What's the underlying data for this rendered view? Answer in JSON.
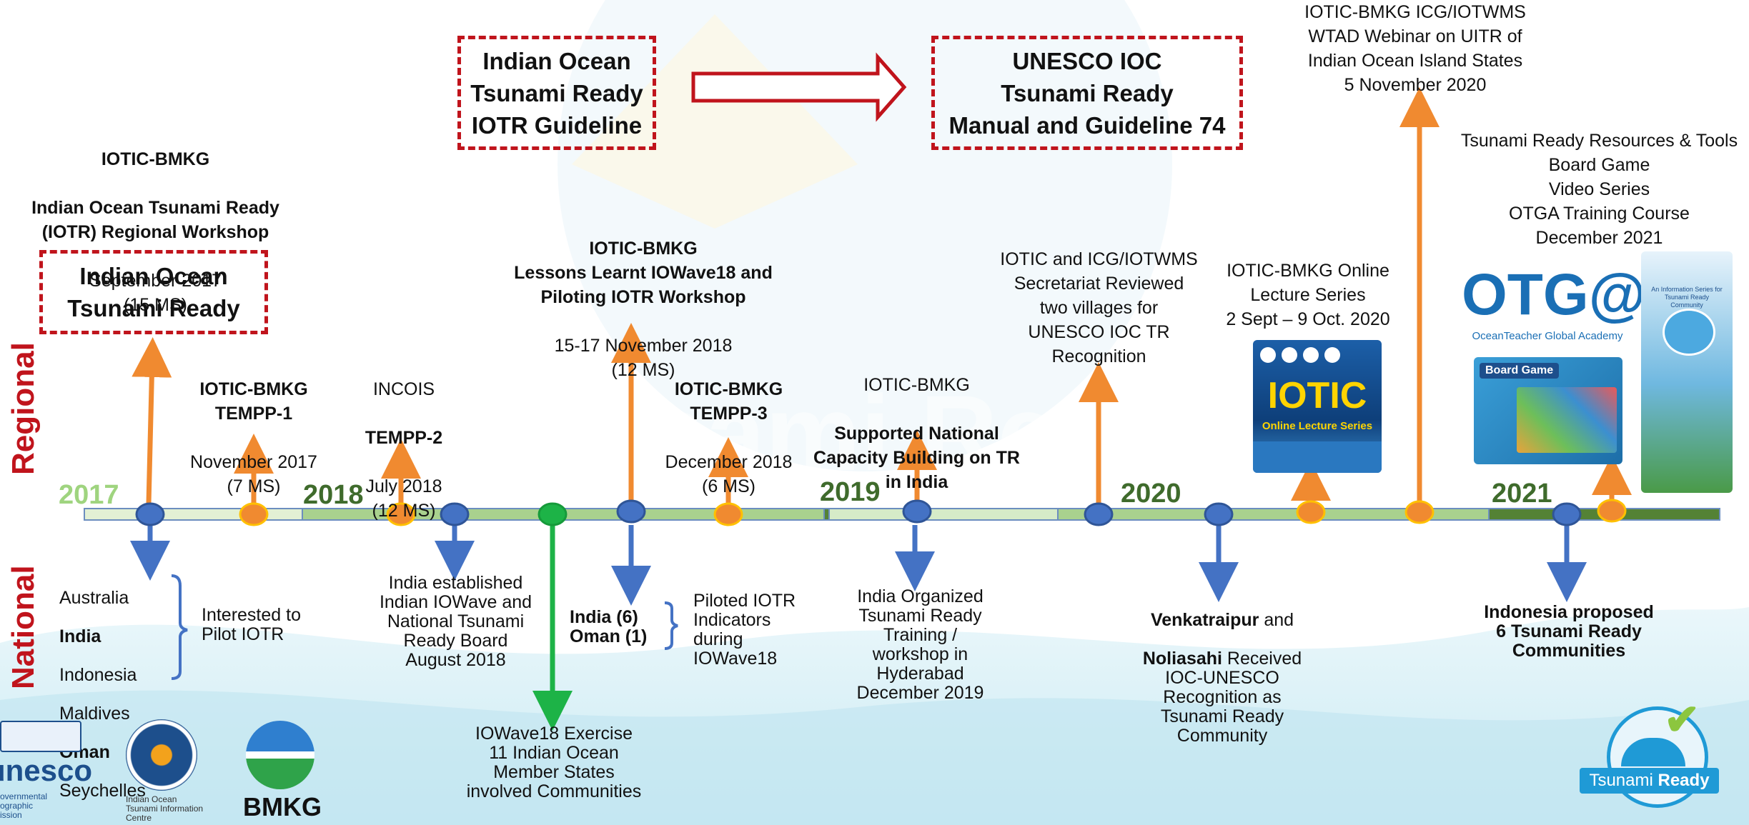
{
  "colors": {
    "red": "#c0141c",
    "orange": "#f08a30",
    "blue": "#4472c4",
    "green": "#1db347",
    "year_light_green": "#9fd47f",
    "year_dark_green": "#3f6b2c",
    "timeline_light": "#e3f0d4",
    "timeline_mid": "#a9d18e",
    "timeline_dark": "#548235"
  },
  "watermark": "Tsunami Ready",
  "sides": {
    "regional": "Regional",
    "national": "National"
  },
  "years": [
    "2017",
    "2018",
    "2019",
    "2020",
    "2021"
  ],
  "boxes": {
    "top_left": "Indian Ocean\nTsunami Ready\nIOTR Guideline",
    "top_right": "UNESCO IOC\nTsunami Ready\nManual and Guideline 74",
    "left": "Indian Ocean\nTsunami Ready"
  },
  "regional": {
    "workshop_2017": {
      "org": "IOTIC-BMKG",
      "title": "Indian Ocean Tsunami Ready\n(IOTR) Regional Workshop",
      "date": "September 2017\n(15 MS)"
    },
    "tempp1": {
      "org": "IOTIC-BMKG\nTEMPP-1",
      "date": "November 2017\n(7 MS)"
    },
    "tempp2": {
      "org": "INCOIS",
      "title": "TEMPP-2",
      "date": "July 2018\n(12 MS)"
    },
    "lessons": {
      "org": "IOTIC-BMKG\nLessons Learnt IOWave18 and\nPiloting IOTR Workshop",
      "date": "15-17 November 2018\n(12 MS)"
    },
    "tempp3": {
      "org": "IOTIC-BMKG\nTEMPP-3",
      "date": "December 2018\n(6 MS)"
    },
    "national_cb": {
      "org": "IOTIC-BMKG",
      "title": "Supported National\nCapacity Building on TR\nin India"
    },
    "reviewed": {
      "text": "IOTIC and ICG/IOTWMS\nSecretariat Reviewed\ntwo villages for\nUNESCO IOC TR\nRecognition"
    },
    "lecture": {
      "text": "IOTIC-BMKG Online\nLecture Series\n2 Sept – 9 Oct. 2020"
    },
    "webinar": {
      "text": "IOTIC-BMKG ICG/IOTWMS\nWTAD Webinar on UITR of\nIndian Ocean Island States\n5 November 2020"
    },
    "resources": {
      "text": "Tsunami Ready Resources & Tools\nBoard Game\nVideo Series\nOTGA Training Course\nDecember 2021"
    }
  },
  "national": {
    "countries": [
      "Australia",
      "India",
      "Indonesia",
      "Maldives",
      "Oman",
      "Seychelles"
    ],
    "countries_bold": [
      "India",
      "Oman"
    ],
    "interested": "Interested to\nPilot IOTR",
    "india_board": "India established\nIndian IOWave and\nNational Tsunami\nReady Board\nAugust 2018",
    "iowave_exercise": "IOWave18 Exercise\n11 Indian Ocean\nMember States\ninvolved Communities",
    "pilot_countries": "India (6)\nOman (1)",
    "piloted": "Piloted IOTR\nIndicators\nduring\nIOWave18",
    "india_training": "India Organized\nTsunami Ready\nTraining /\nworkshop in\nHyderabad\nDecember 2019",
    "recognition_names": "Venkatraipur",
    "recognition_and": " and",
    "recognition_names2": "Noliasahi",
    "recognition_rest": " Received\nIOC-UNESCO\nRecognition as\nTsunami Ready\nCommunity",
    "indonesia": "Indonesia proposed\n6 Tsunami Ready\nCommunities"
  },
  "cards": {
    "iotic_title": "IOTIC",
    "iotic_subtitle": "Online Lecture Series",
    "otga_logo": "OTG@",
    "otga_subtitle": "OceanTeacher Global Academy",
    "board_game": "Board Game",
    "guide_title": "An Information Series for\nTsunami Ready Community"
  },
  "logos": {
    "unesco": "unesco",
    "unesco_sub": "overnmental\nographic\nission",
    "iotic_sub": "Indian Ocean\nTsunami Information\nCentre",
    "bmkg": "BMKG",
    "tsunami_ready_badge": "Tsunami Ready",
    "badge_word1": "Tsunami",
    "badge_word2": "Ready"
  }
}
